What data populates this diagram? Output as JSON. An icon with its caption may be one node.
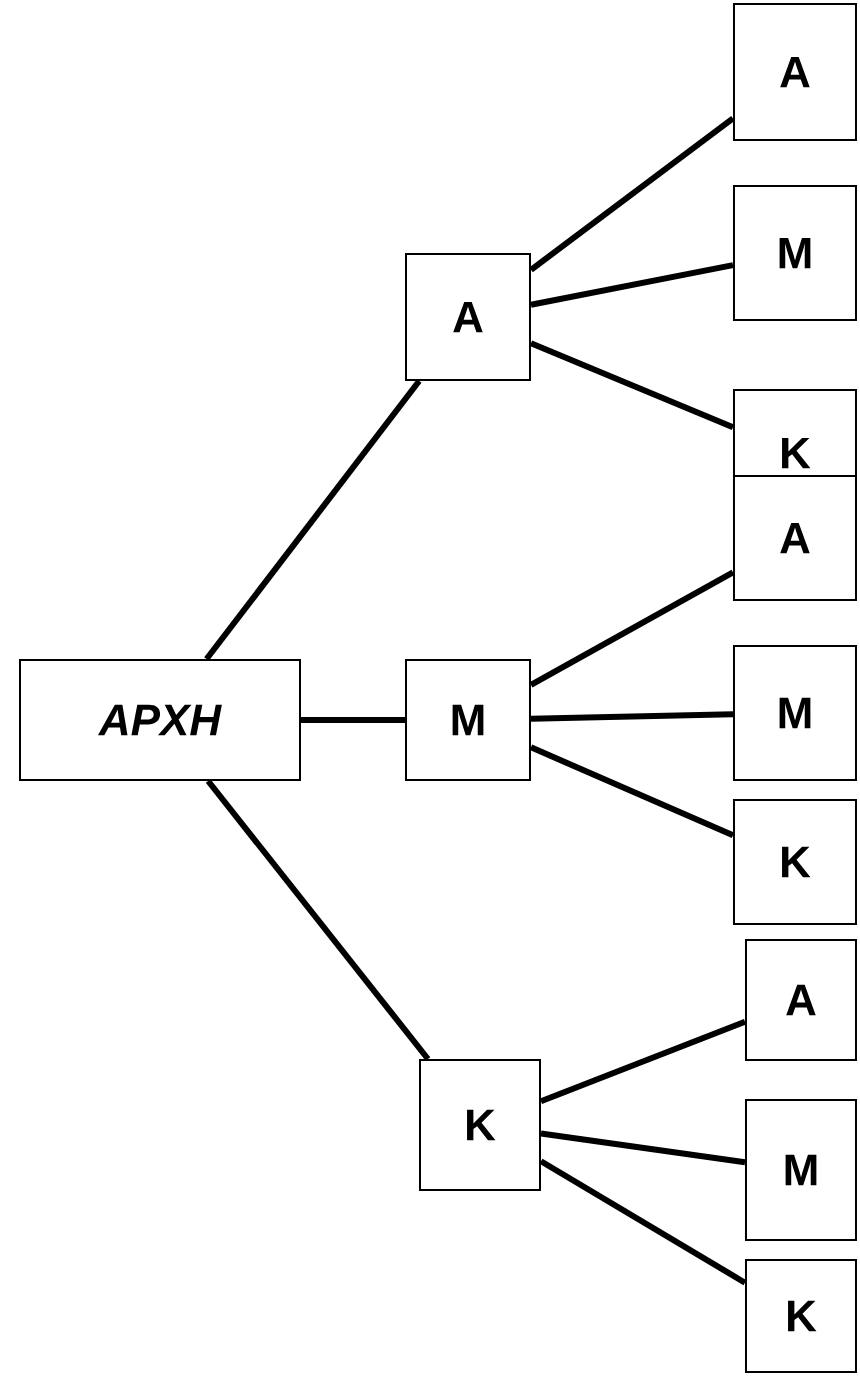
{
  "diagram": {
    "nodes": [
      {
        "text": [
          "ΑΡΧΗ"
        ]
      },
      {
        "text": [
          "Α"
        ]
      },
      {
        "text": [
          "Μ"
        ]
      },
      {
        "text": [
          "Κ"
        ]
      },
      {
        "text": [
          "Α"
        ]
      },
      {
        "text": [
          "Μ"
        ]
      },
      {
        "text": [
          "Κ"
        ]
      },
      {
        "text": [
          "Α"
        ]
      },
      {
        "text": [
          "Μ"
        ]
      },
      {
        "text": [
          "Κ"
        ]
      },
      {
        "text": [
          "Α"
        ]
      },
      {
        "text": [
          "Μ"
        ]
      },
      {
        "text": [
          "Κ"
        ]
      }
    ],
    "edges": [
      {
        "from": 0,
        "to": 1,
        "arrow": "none"
      },
      {
        "from": 0,
        "to": 2,
        "arrow": "none"
      },
      {
        "from": 0,
        "to": 3,
        "arrow": "none"
      },
      {
        "from": 1,
        "to": 4,
        "arrow": "none"
      },
      {
        "from": 1,
        "to": 5,
        "arrow": "none"
      },
      {
        "from": 1,
        "to": 6,
        "arrow": "none"
      },
      {
        "from": 2,
        "to": 7,
        "arrow": "none"
      },
      {
        "from": 2,
        "to": 8,
        "arrow": "none"
      },
      {
        "from": 2,
        "to": 9,
        "arrow": "none"
      },
      {
        "from": 3,
        "to": 10,
        "arrow": "none"
      },
      {
        "from": 3,
        "to": 11,
        "arrow": "none"
      },
      {
        "from": 3,
        "to": 12,
        "arrow": "none"
      }
    ]
  }
}
